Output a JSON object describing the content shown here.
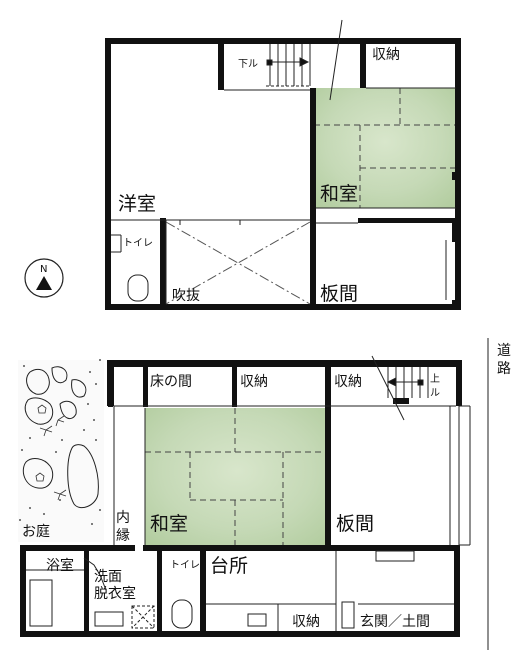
{
  "upper_floor": {
    "rooms": {
      "western_room": "洋室",
      "toilet": "トイレ",
      "atrium": "吹抜",
      "storage": "収納",
      "japanese_room": "和室",
      "board_room": "板間"
    },
    "stairs_label": "下ル"
  },
  "compass": {
    "north": "N"
  },
  "lower_floor": {
    "road": "道路",
    "rooms": {
      "alcove": "床の間",
      "storage_1": "収納",
      "storage_2": "収納",
      "japanese_room": "和室",
      "board_room": "板間",
      "veranda": "内縁",
      "garden": "お庭",
      "bath": "浴室",
      "washroom_line1": "洗面",
      "washroom_line2": "脱衣室",
      "toilet": "トイレ",
      "kitchen": "台所",
      "storage_3": "収納",
      "entrance": "玄関／土間"
    },
    "stairs_label_1": "上",
    "stairs_label_2": "ル"
  },
  "colors": {
    "tatami": "#c9dcbc",
    "tatami_dark": "#b6cfa5",
    "wall": "#111111"
  }
}
